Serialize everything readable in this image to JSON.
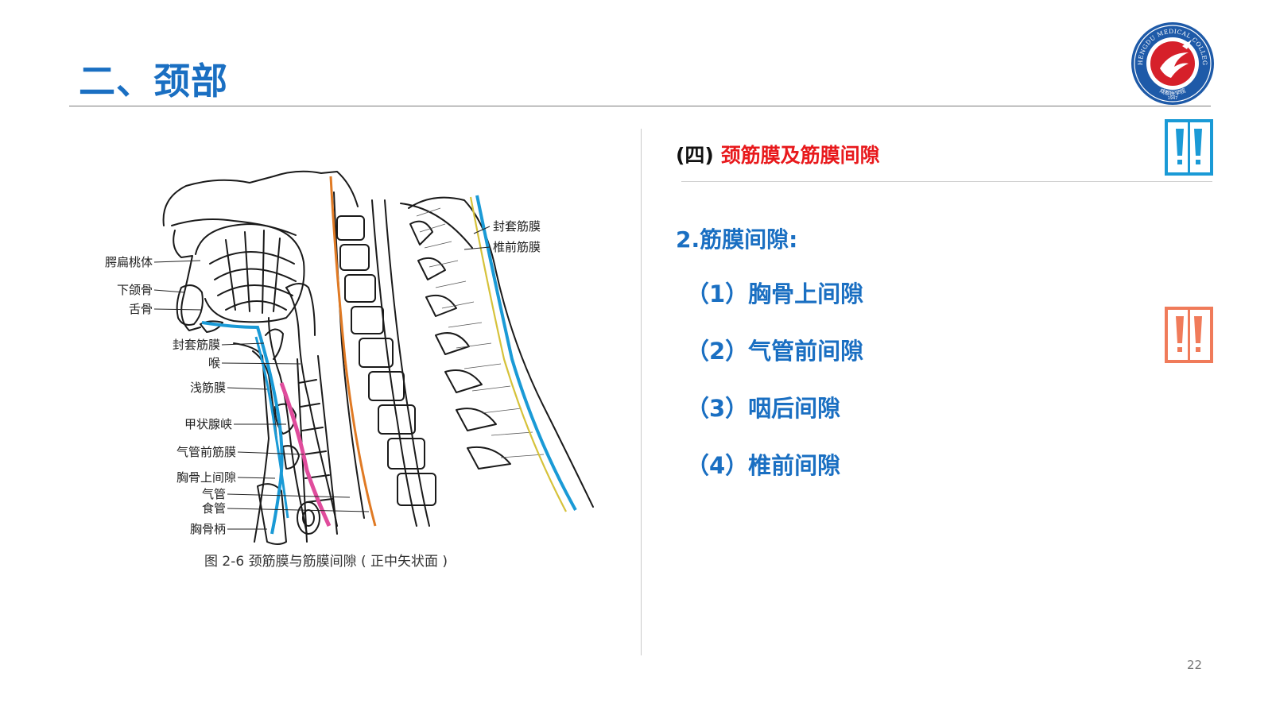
{
  "header": {
    "title": "二、颈部",
    "logo": {
      "name": "college-seal",
      "text_top": "CHENGDU MEDICAL COLLEGE",
      "text_bottom": "成都医学院",
      "year": "1947",
      "colors": {
        "ring": "#1e5aa8",
        "inner": "#d6202a"
      }
    }
  },
  "figure": {
    "labels_right": [
      "封套筋膜",
      "椎前筋膜"
    ],
    "labels_left": [
      "腭扁桃体",
      "下颌骨",
      "舌骨",
      "封套筋膜",
      "喉",
      "浅筋膜",
      "甲状腺峡",
      "气管前筋膜",
      "胸骨上间隙",
      "气管",
      "食管",
      "胸骨柄"
    ],
    "caption": "图 2-6    颈筋膜与筋膜间隙 ( 正中矢状面 )"
  },
  "content": {
    "section_prefix": "(四)",
    "section_title": "颈筋膜及筋膜间隙",
    "subheading": "2.筋膜间隙:",
    "items": [
      "（1）胸骨上间隙",
      "（2）气管前间隙",
      "（3）咽后间隙",
      "（4）椎前间隙"
    ]
  },
  "decor": {
    "icons": [
      "quote-marks-blue-icon",
      "quote-marks-orange-icon"
    ],
    "colors": {
      "blue": "#1a9ad6",
      "orange": "#f07b5a"
    }
  },
  "footer": {
    "page_number": "22"
  },
  "theme": {
    "heading_blue": "#1a6fc2",
    "accent_red": "#e8191c"
  }
}
